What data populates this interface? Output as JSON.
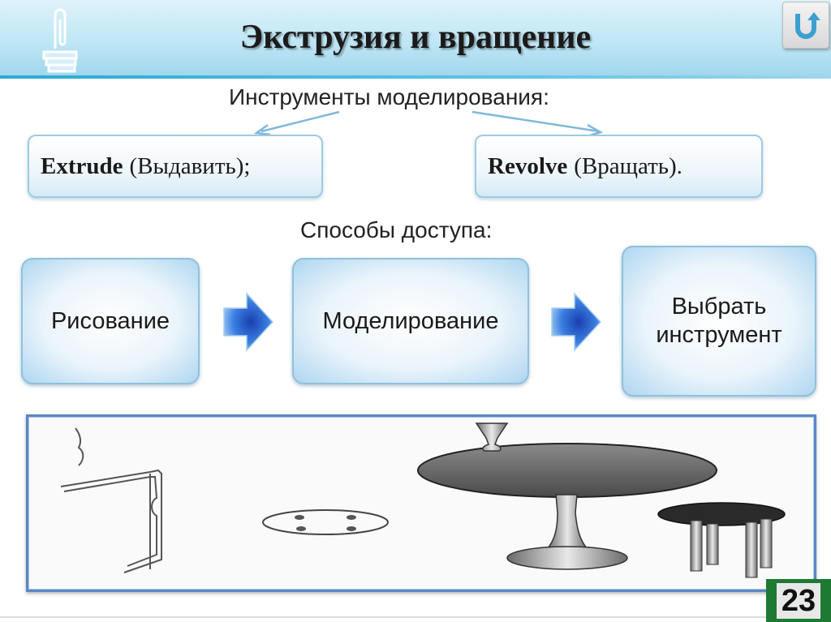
{
  "header": {
    "title": "Экструзия и вращение"
  },
  "tools": {
    "heading": "Инструменты моделирования:",
    "extrude_name": "Extrude",
    "extrude_desc": "(Выдавить);",
    "revolve_name": "Revolve",
    "revolve_desc": "(Вращать)."
  },
  "access": {
    "heading": "Способы доступа:",
    "steps": [
      "Рисование",
      "Моделирование",
      "Выбрать инструмент"
    ]
  },
  "page_number": "23",
  "icons": {
    "logo": "paperclip-book-logo-icon",
    "back": "return-arrow-icon",
    "step_arrow": "blue-right-arrow-icon"
  },
  "colors": {
    "header_bg": "#bfe6f5",
    "box_border": "#8fc1db",
    "arrow_fill": "#1f5fc8",
    "panel_border": "#5b86c6",
    "page_num_bg": "#1e7a33"
  }
}
